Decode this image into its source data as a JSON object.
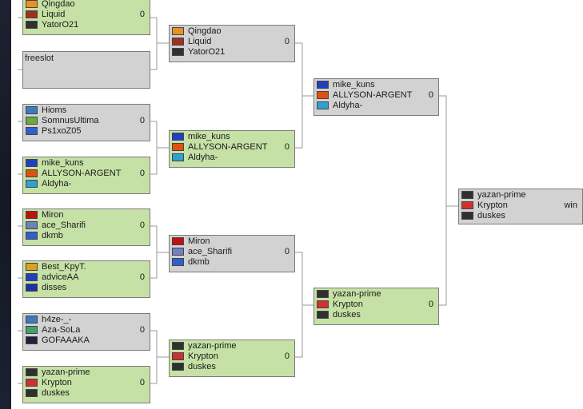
{
  "bracket": {
    "round1": [
      {
        "players": [
          "Qingdao",
          "Liquid",
          "YatorO21"
        ],
        "score": "0",
        "color": "green",
        "flags": [
          "#e89020",
          "#a03020",
          "#303030"
        ]
      },
      {
        "players": [],
        "freeslot_label": "freeslot",
        "score": "",
        "color": "grey"
      },
      {
        "players": [
          "Hioms",
          "SomnusUltima",
          "Ps1xoZ05"
        ],
        "score": "0",
        "color": "grey",
        "flags": [
          "#3a7cc0",
          "#6aaa40",
          "#3060d0"
        ]
      },
      {
        "players": [
          "mike_kuns",
          "ALLYSON-ARGENT",
          "Aldyha-"
        ],
        "score": "0",
        "color": "green",
        "flags": [
          "#2040c0",
          "#e05010",
          "#30a0d0"
        ]
      },
      {
        "players": [
          "Miron",
          "ace_Sharifi",
          "dkmb"
        ],
        "score": "0",
        "color": "green",
        "flags": [
          "#c01010",
          "#7080c0",
          "#3060d0"
        ]
      },
      {
        "players": [
          "Best_KpyT.",
          "adviceAA",
          "disses"
        ],
        "score": "0",
        "color": "green",
        "flags": [
          "#e0a020",
          "#2040c0",
          "#2030a0"
        ]
      },
      {
        "players": [
          "h4ze-_-",
          "Aza-SoLa",
          "GOFAAAKA"
        ],
        "score": "0",
        "color": "grey",
        "flags": [
          "#3a7cc0",
          "#40a070",
          "#202040"
        ]
      },
      {
        "players": [
          "yazan-prime",
          "Krypton",
          "duskes"
        ],
        "score": "0",
        "color": "green",
        "flags": [
          "#303030",
          "#d03030",
          "#303030"
        ]
      }
    ],
    "round2": [
      {
        "players": [
          "Qingdao",
          "Liquid",
          "YatorO21"
        ],
        "score": "0",
        "color": "grey",
        "flags": [
          "#e89020",
          "#a03020",
          "#303030"
        ]
      },
      {
        "players": [
          "mike_kuns",
          "ALLYSON-ARGENT",
          "Aldyha-"
        ],
        "score": "0",
        "color": "green",
        "flags": [
          "#2040c0",
          "#e05010",
          "#30a0d0"
        ]
      },
      {
        "players": [
          "Miron",
          "ace_Sharifi",
          "dkmb"
        ],
        "score": "0",
        "color": "grey",
        "flags": [
          "#c01010",
          "#7080c0",
          "#3060d0"
        ]
      },
      {
        "players": [
          "yazan-prime",
          "Krypton",
          "duskes"
        ],
        "score": "0",
        "color": "green",
        "flags": [
          "#303030",
          "#d03030",
          "#303030"
        ]
      }
    ],
    "round3": [
      {
        "players": [
          "mike_kuns",
          "ALLYSON-ARGENT",
          "Aldyha-"
        ],
        "score": "0",
        "color": "grey",
        "flags": [
          "#2040c0",
          "#e05010",
          "#30a0d0"
        ]
      },
      {
        "players": [
          "yazan-prime",
          "Krypton",
          "duskes"
        ],
        "score": "0",
        "color": "green",
        "flags": [
          "#303030",
          "#d03030",
          "#303030"
        ]
      }
    ],
    "final": [
      {
        "players": [
          "yazan-prime",
          "Krypton",
          "duskes"
        ],
        "score": "win",
        "color": "grey",
        "flags": [
          "#303030",
          "#d03030",
          "#303030"
        ]
      }
    ]
  }
}
